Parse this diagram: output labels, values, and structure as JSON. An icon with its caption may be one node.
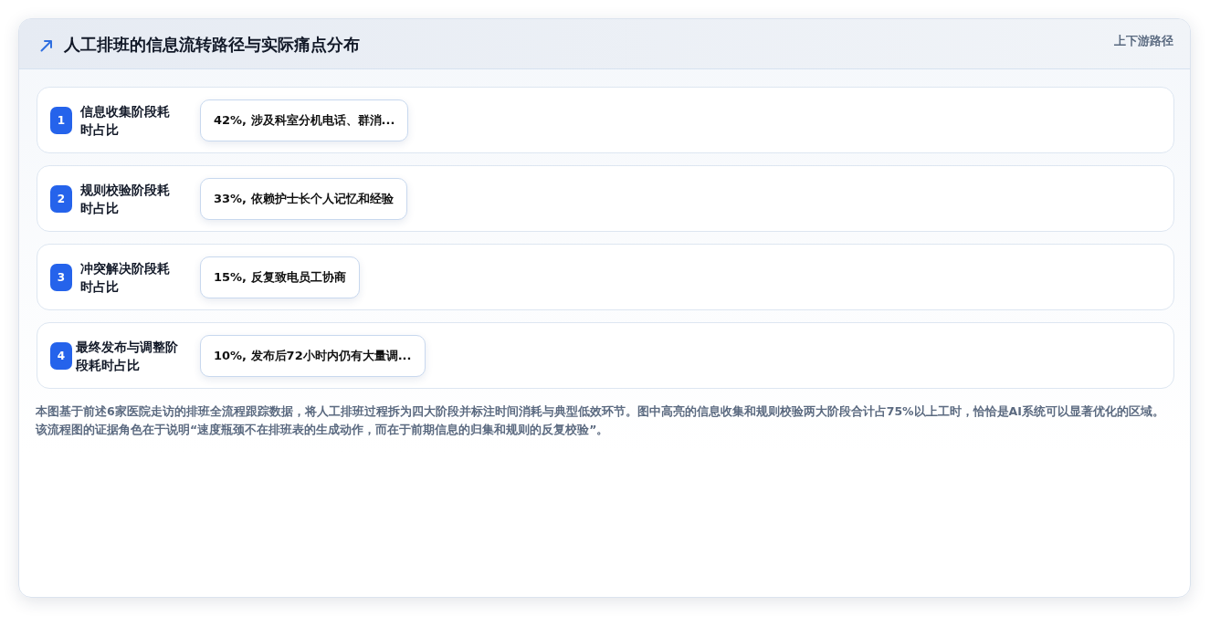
{
  "diagram": {
    "title": "人工排班的信息流转路径与实际痛点分布",
    "nodes": [
      {
        "text": [
          "信息收集阶段耗时占比"
        ]
      },
      {
        "text": [
          "1"
        ],
        "in": 0
      },
      {
        "text": [
          "42%, 涉及科室分机电话、群消..."
        ],
        "in": 0
      },
      {
        "text": [
          "规则校验阶段耗时占比"
        ]
      },
      {
        "text": [
          "2"
        ],
        "in": 3
      },
      {
        "text": [
          "33%, 依赖护士长个人记忆和经验"
        ],
        "in": 3
      },
      {
        "text": [
          "冲突解决阶段耗时占比"
        ]
      },
      {
        "text": [
          "3"
        ],
        "in": 6
      },
      {
        "text": [
          "15%, 反复致电员工协商"
        ],
        "in": 6
      },
      {
        "text": [
          "最终发布与调整阶段耗时占比"
        ]
      },
      {
        "text": [
          "4"
        ],
        "in": 9
      },
      {
        "text": [
          "10%, 发布后72小时内仍有大量调..."
        ],
        "in": 9
      }
    ],
    "labels": [
      "上下游路径"
    ],
    "caption": "本图基于前述6家医院走访的排班全流程跟踪数据，将人工排班过程拆为四大阶段并标注时间消耗与典型低效环节。图中高亮的信息收集和规则校验两大阶段合计占75%以上工时，恰恰是AI系统可以显著优化的区域。该流程图的证据角色在于说明“速度瓶颈不在排班表的生成动作，而在于前期信息的归集和规则的反复校验”。"
  }
}
